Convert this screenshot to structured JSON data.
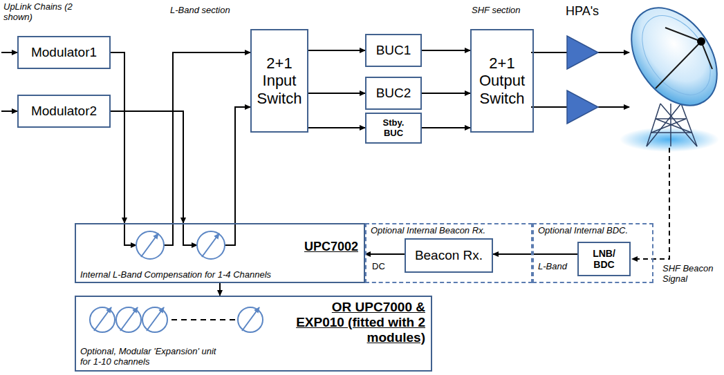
{
  "diagram": {
    "nodes": [
      {
        "text": [
          "Modulator1"
        ]
      },
      {
        "text": [
          "Modulator2"
        ]
      },
      {
        "text": [
          "2+1 Input Switch"
        ]
      },
      {
        "text": [
          "BUC1"
        ]
      },
      {
        "text": [
          "BUC2"
        ]
      },
      {
        "text": [
          "Stby. BUC"
        ]
      },
      {
        "text": [
          "2+1 Output Switch"
        ]
      },
      {
        "text": [
          "UPC7002",
          "Internal L-Band Compensation for 1-4 Channels"
        ]
      },
      {
        "text": [
          "Optional Internal Beacon Rx.",
          "DC"
        ]
      },
      {
        "text": [
          "Beacon Rx."
        ],
        "in": 8
      },
      {
        "text": [
          "Optional Internal BDC.",
          "L-Band"
        ]
      },
      {
        "text": [
          "LNB/ BDC"
        ],
        "in": 10
      },
      {
        "text": [
          "OR UPC7000 & EXP010 (fitted with 2 modules)",
          "Optional, Modular 'Expansion' unit for 1-10 channels"
        ]
      }
    ],
    "edges": [
      {
        "from": 0,
        "to": 7,
        "arrow": "to"
      },
      {
        "from": 1,
        "to": 7,
        "arrow": "to"
      },
      {
        "from": 7,
        "to": 2,
        "arrow": "to"
      },
      {
        "from": 7,
        "to": 2,
        "arrow": "to"
      },
      {
        "from": 2,
        "to": 3,
        "arrow": "to"
      },
      {
        "from": 2,
        "to": 4,
        "arrow": "to"
      },
      {
        "from": 2,
        "to": 5,
        "arrow": "to"
      },
      {
        "from": 3,
        "to": 6,
        "arrow": "to"
      },
      {
        "from": 4,
        "to": 6,
        "arrow": "to"
      },
      {
        "from": 5,
        "to": 6,
        "arrow": "to"
      },
      {
        "from": 11,
        "to": 9,
        "arrow": "to"
      },
      {
        "from": 9,
        "to": 7,
        "arrow": "to"
      },
      {
        "from": 7,
        "to": 12,
        "arrow": "to"
      }
    ],
    "labels": [
      "UpLink Chains (2 shown)",
      "L-Band section",
      "SHF section",
      "HPA's",
      "SHF Beacon Signal"
    ]
  }
}
